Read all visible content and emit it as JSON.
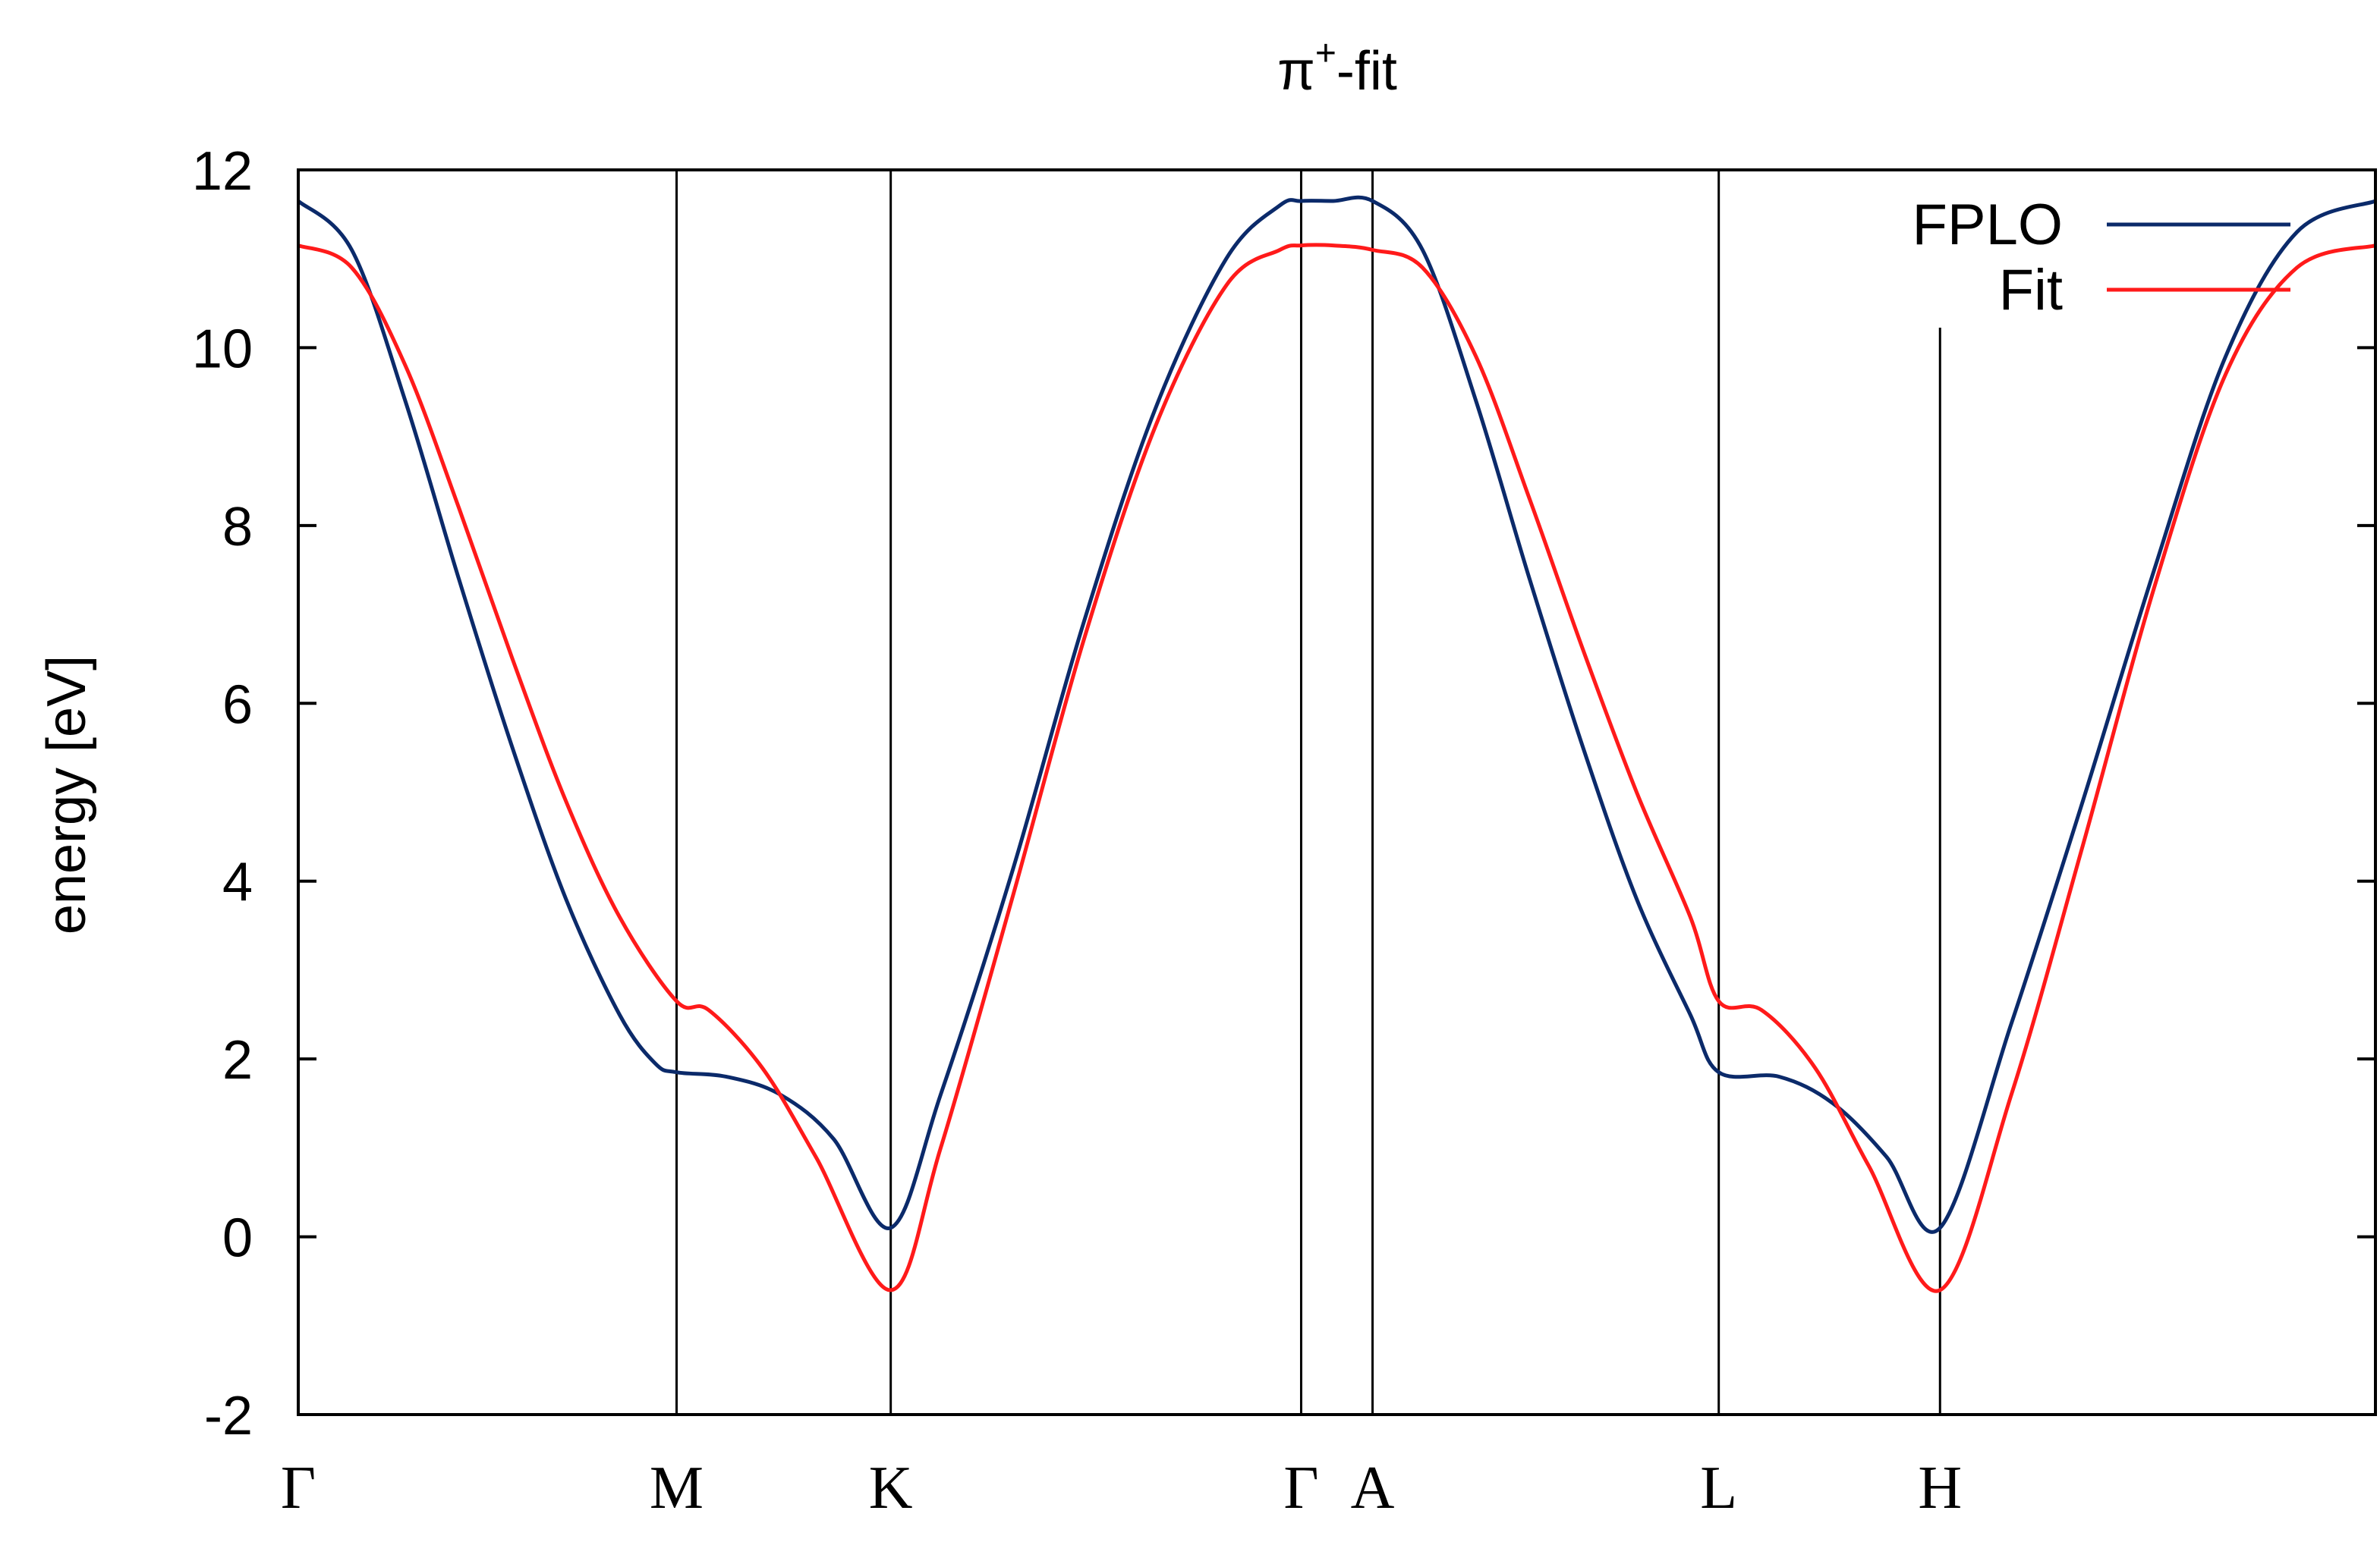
{
  "chart_data": {
    "type": "line",
    "title": "π⁺-fit",
    "title_base": "π",
    "title_sup": "+",
    "title_suffix": "-fit",
    "ylabel": "energy [eV]",
    "xlabel": "",
    "ylim": [
      -2,
      12
    ],
    "yticks": [
      "-2",
      "0",
      "2",
      "4",
      "6",
      "8",
      "10",
      "12"
    ],
    "xlim": [
      0,
      5.82
    ],
    "grid": false,
    "legend_position": "top-right",
    "symmetry_points": [
      {
        "label": "Γ",
        "x": 0.0
      },
      {
        "label": "M",
        "x": 1.06
      },
      {
        "label": "K",
        "x": 1.66
      },
      {
        "label": "Γ",
        "x": 2.81
      },
      {
        "label": "A",
        "x": 3.01
      },
      {
        "label": "L",
        "x": 3.98
      },
      {
        "label": "H",
        "x": 4.6
      }
    ],
    "series": [
      {
        "name": "FPLO",
        "color": "#0b2a6a",
        "points": [
          [
            0.0,
            11.65
          ],
          [
            0.15,
            11.1
          ],
          [
            0.3,
            9.4
          ],
          [
            0.45,
            7.4
          ],
          [
            0.6,
            5.5
          ],
          [
            0.75,
            3.8
          ],
          [
            0.9,
            2.5
          ],
          [
            1.0,
            1.95
          ],
          [
            1.06,
            1.85
          ],
          [
            1.2,
            1.8
          ],
          [
            1.35,
            1.6
          ],
          [
            1.5,
            1.1
          ],
          [
            1.66,
            0.1
          ],
          [
            1.8,
            1.6
          ],
          [
            2.0,
            4.1
          ],
          [
            2.2,
            6.9
          ],
          [
            2.4,
            9.3
          ],
          [
            2.6,
            11.0
          ],
          [
            2.75,
            11.6
          ],
          [
            2.81,
            11.65
          ],
          [
            2.9,
            11.65
          ],
          [
            3.01,
            11.65
          ],
          [
            3.15,
            11.1
          ],
          [
            3.3,
            9.4
          ],
          [
            3.45,
            7.4
          ],
          [
            3.6,
            5.5
          ],
          [
            3.75,
            3.8
          ],
          [
            3.9,
            2.5
          ],
          [
            3.98,
            1.85
          ],
          [
            4.15,
            1.8
          ],
          [
            4.3,
            1.5
          ],
          [
            4.45,
            0.9
          ],
          [
            4.6,
            0.1
          ],
          [
            4.8,
            2.4
          ],
          [
            5.0,
            4.9
          ],
          [
            5.2,
            7.5
          ],
          [
            5.4,
            9.9
          ],
          [
            5.6,
            11.3
          ],
          [
            5.82,
            11.65
          ]
        ]
      },
      {
        "name": "Fit",
        "color": "#ff1a1a",
        "points": [
          [
            0.0,
            11.15
          ],
          [
            0.15,
            10.9
          ],
          [
            0.3,
            9.8
          ],
          [
            0.45,
            8.2
          ],
          [
            0.6,
            6.5
          ],
          [
            0.75,
            4.9
          ],
          [
            0.9,
            3.6
          ],
          [
            1.06,
            2.65
          ],
          [
            1.15,
            2.55
          ],
          [
            1.3,
            1.9
          ],
          [
            1.45,
            0.9
          ],
          [
            1.66,
            -0.6
          ],
          [
            1.8,
            1.0
          ],
          [
            2.0,
            3.8
          ],
          [
            2.2,
            6.7
          ],
          [
            2.4,
            9.1
          ],
          [
            2.6,
            10.7
          ],
          [
            2.75,
            11.1
          ],
          [
            2.81,
            11.15
          ],
          [
            2.9,
            11.15
          ],
          [
            3.01,
            11.1
          ],
          [
            3.15,
            10.9
          ],
          [
            3.3,
            9.9
          ],
          [
            3.45,
            8.3
          ],
          [
            3.6,
            6.6
          ],
          [
            3.75,
            5.0
          ],
          [
            3.9,
            3.6
          ],
          [
            3.98,
            2.65
          ],
          [
            4.1,
            2.55
          ],
          [
            4.25,
            1.9
          ],
          [
            4.4,
            0.8
          ],
          [
            4.6,
            -0.6
          ],
          [
            4.8,
            1.6
          ],
          [
            5.0,
            4.4
          ],
          [
            5.2,
            7.3
          ],
          [
            5.4,
            9.7
          ],
          [
            5.6,
            10.9
          ],
          [
            5.82,
            11.15
          ]
        ]
      }
    ]
  }
}
